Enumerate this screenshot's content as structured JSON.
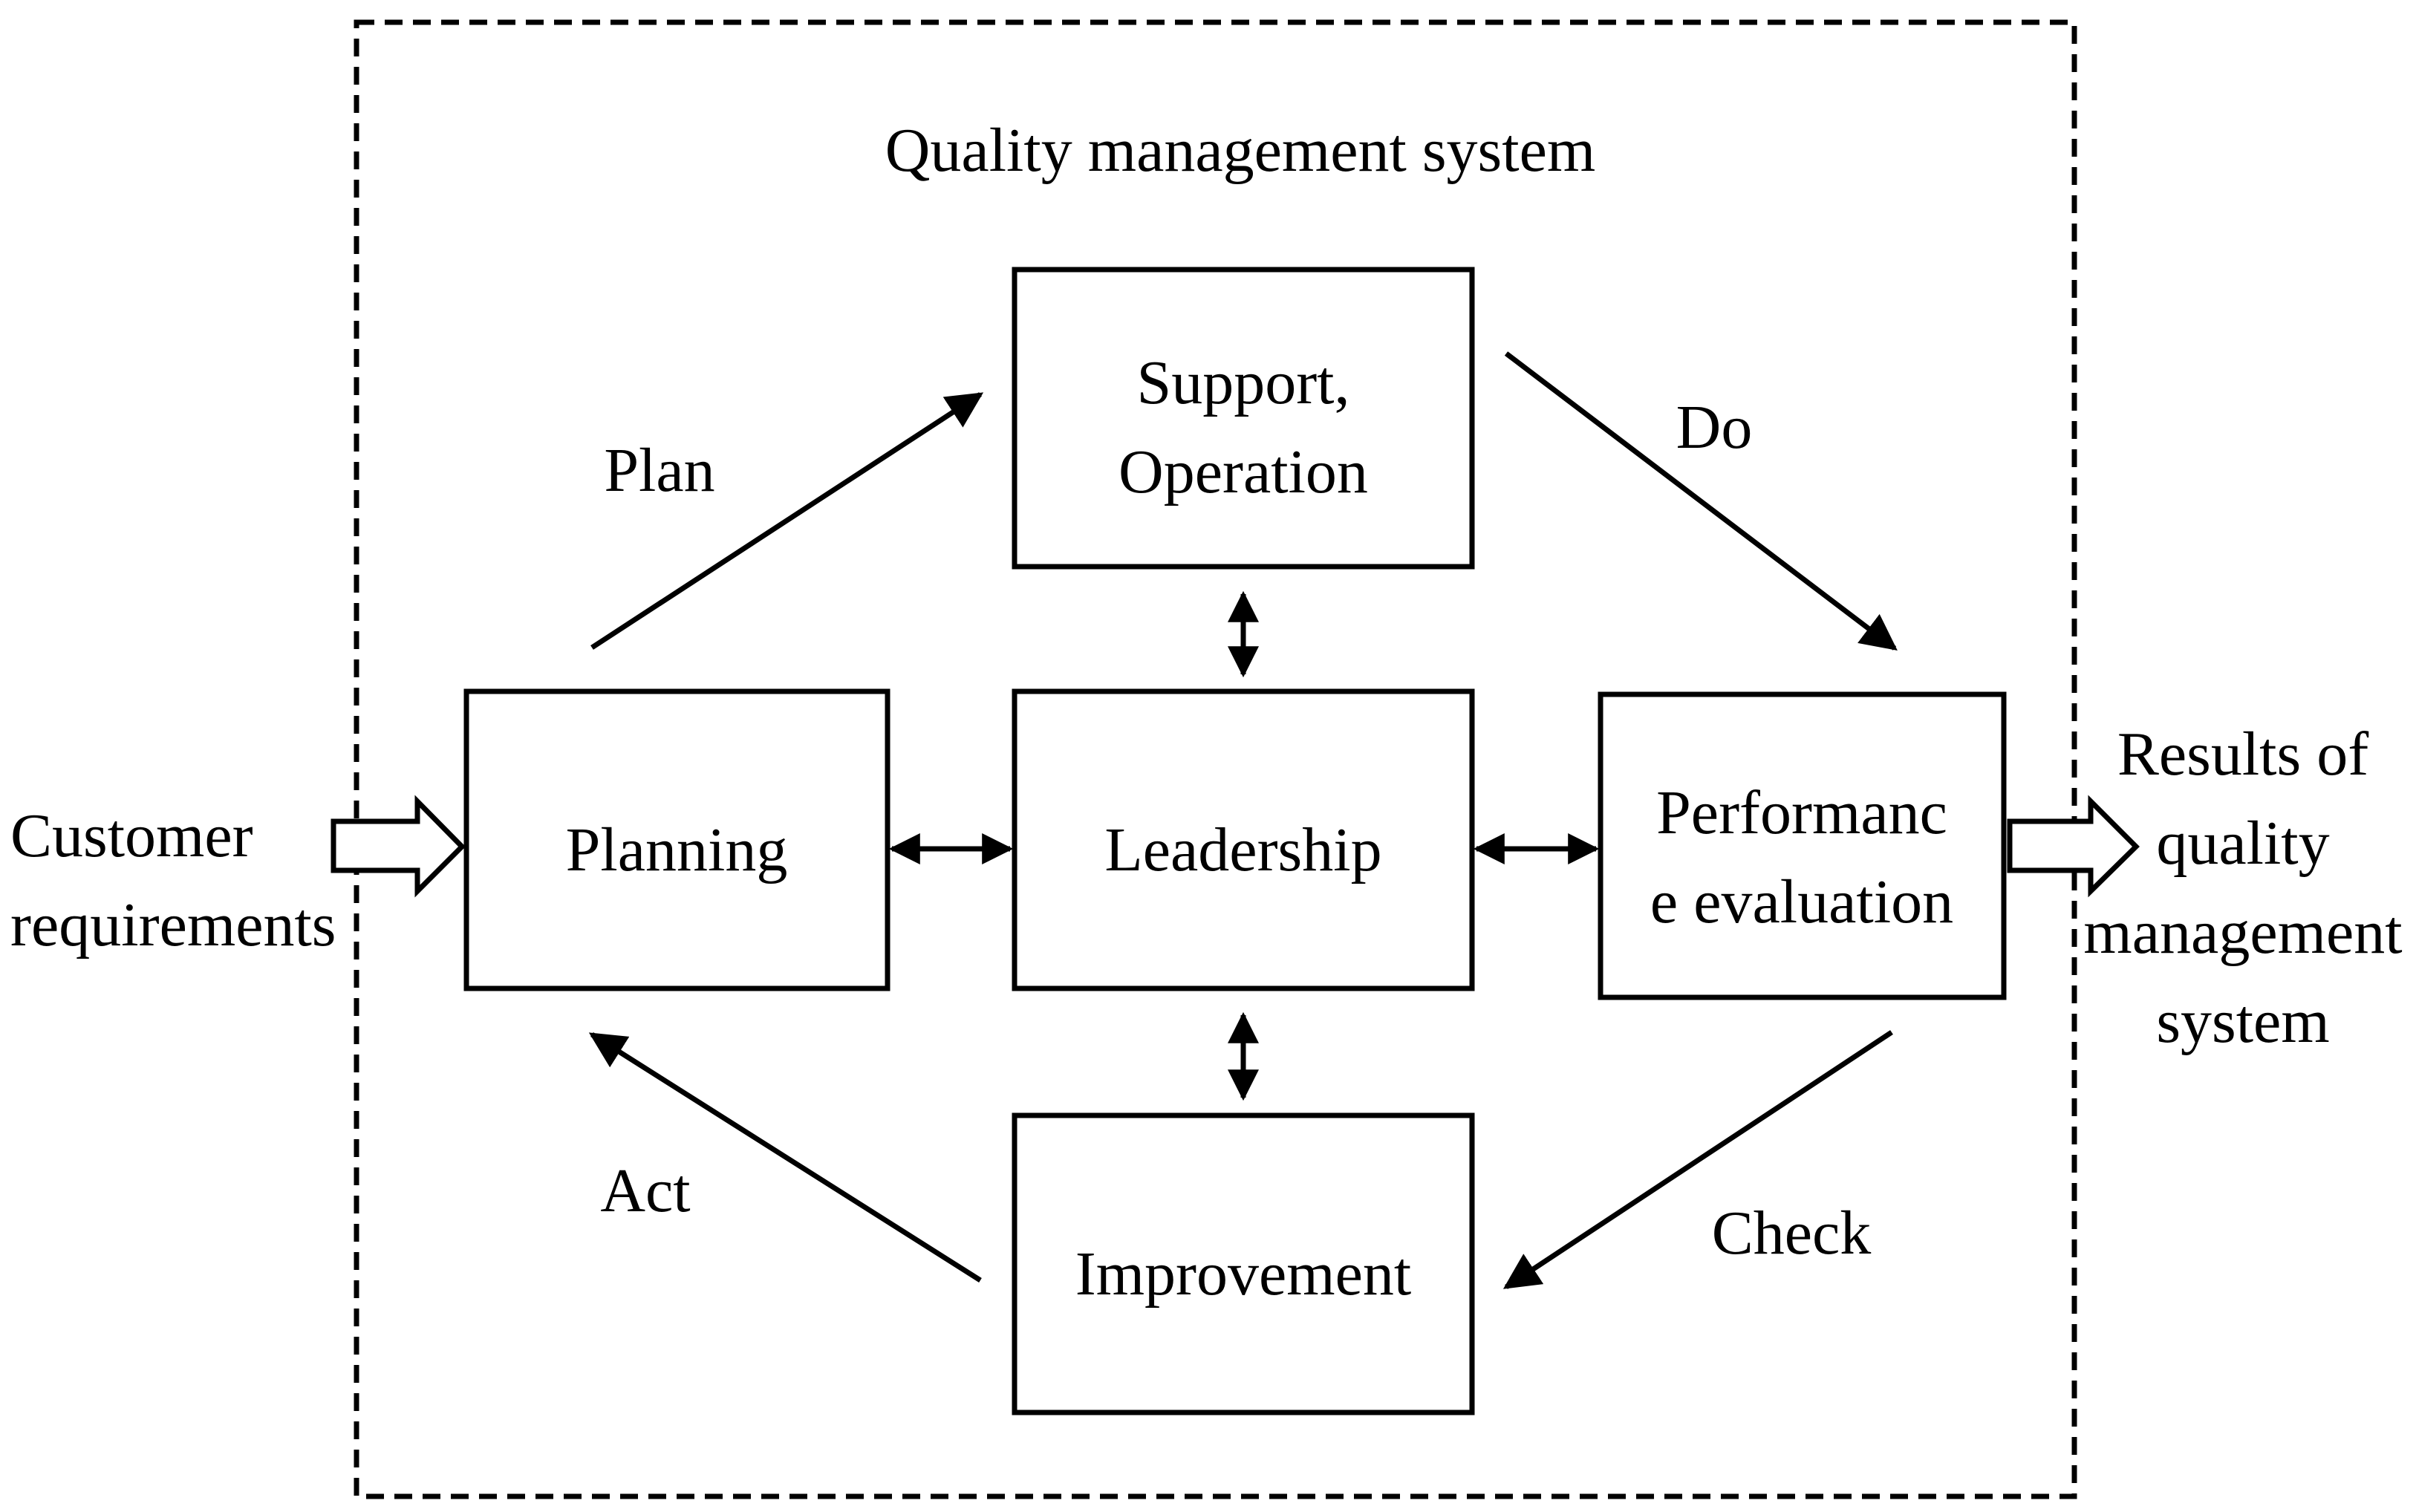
{
  "diagram": {
    "title": "Quality management system",
    "colors": {
      "stroke": "#000000",
      "fill": "#ffffff",
      "text": "#000000"
    },
    "nodes": {
      "support_operation": {
        "lines": [
          "Support,",
          "Operation"
        ]
      },
      "planning": {
        "lines": [
          "Planning"
        ]
      },
      "leadership": {
        "lines": [
          "Leadership"
        ]
      },
      "performance_evaluation": {
        "lines": [
          "Performanc",
          "e evaluation"
        ]
      },
      "improvement": {
        "lines": [
          "Improvement"
        ]
      }
    },
    "flow_labels": {
      "plan": "Plan",
      "do": "Do",
      "check": "Check",
      "act": "Act"
    },
    "input": {
      "lines": [
        "Customer",
        "requirements"
      ]
    },
    "output": {
      "lines": [
        "Results of",
        "quality",
        "management",
        "system"
      ]
    }
  }
}
